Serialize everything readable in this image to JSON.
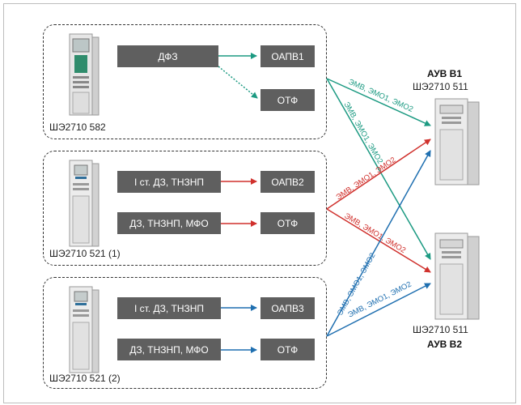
{
  "colors": {
    "green": "#1c9a82",
    "red": "#d0312d",
    "blue": "#1f6fb0",
    "box_bg": "#5f5f5f"
  },
  "group1": {
    "label": "ШЭ2710 582",
    "box_main": "ДФЗ",
    "box_out1": "ОАПВ1",
    "box_out2": "ОТФ"
  },
  "group2": {
    "label": "ШЭ2710 521 (1)",
    "box_a": "I ст. ДЗ, ТНЗНП",
    "box_b": "ДЗ, ТНЗНП, МФО",
    "box_out1": "ОАПВ2",
    "box_out2": "ОТФ"
  },
  "group3": {
    "label": "ШЭ2710 521 (2)",
    "box_a": "I ст. ДЗ, ТНЗНП",
    "box_b": "ДЗ, ТНЗНП, МФО",
    "box_out1": "ОАПВ3",
    "box_out2": "ОТФ"
  },
  "auv1": {
    "title": "АУВ В1",
    "model": "ШЭ2710 511"
  },
  "auv2": {
    "title": "АУВ В2",
    "model": "ШЭ2710 511"
  },
  "links": {
    "g1_to_b1": "ЭМВ, ЭМО1, ЭМО2",
    "g1_to_b2": "ЭМВ, ЭМО1, ЭМО2",
    "g2_to_b1": "ЭМВ, ЭМО1, ЭМО2",
    "g2_to_b2": "ЭМВ, ЭМО1, ЭМО2",
    "g3_to_b1": "ЭМВ, ЭМО1, ЭМО2",
    "g3_to_b2": "ЭМВ, ЭМО1, ЭМО2"
  }
}
